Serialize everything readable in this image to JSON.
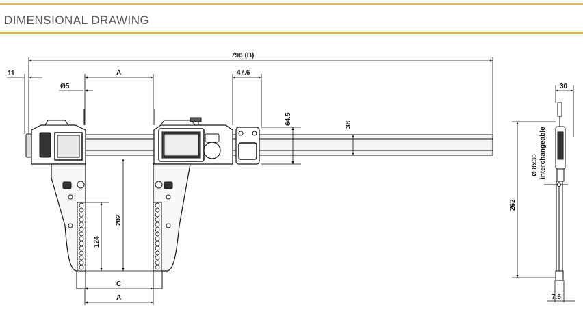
{
  "header": {
    "title": "DIMENSIONAL DRAWING"
  },
  "colors": {
    "accent_rule": "#f2b92b",
    "line": "#111111",
    "body_fill": "#555555"
  },
  "dimensions": {
    "overall": "796  (B)",
    "left_offset": "11",
    "jaw_spacing_top": "A",
    "pin_diameter": "Ø5",
    "head_width": "47.6",
    "head_height": "64.5",
    "beam_height": "38",
    "jaw_length": "202",
    "jaw_inner": "124",
    "jaw_spacing_inner": "C",
    "jaw_spacing_bottom": "A",
    "side_thickness": "30",
    "side_height": "262",
    "side_pin": "Ø 8x30",
    "side_pin_note": "interchangeable",
    "side_tip": "7.6"
  }
}
